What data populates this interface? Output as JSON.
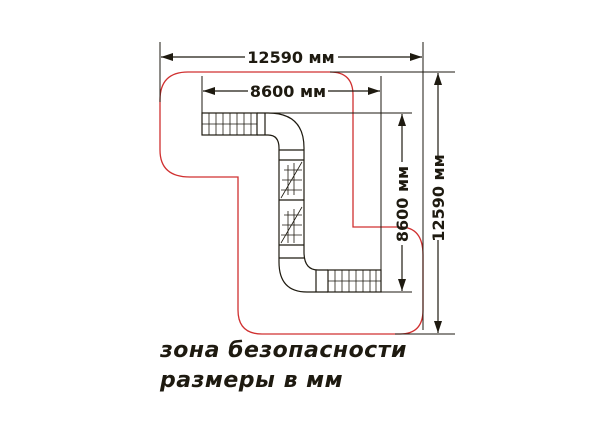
{
  "dimensions": {
    "outer_width": "12590 мм",
    "inner_width": "8600 мм",
    "inner_height": "8600 мм",
    "outer_height": "12590 мм"
  },
  "legend": {
    "safety_zone": "зона безопасности",
    "units": "размеры в мм"
  },
  "colors": {
    "line": "#1e1a10",
    "safety_zone": "#d03030"
  }
}
